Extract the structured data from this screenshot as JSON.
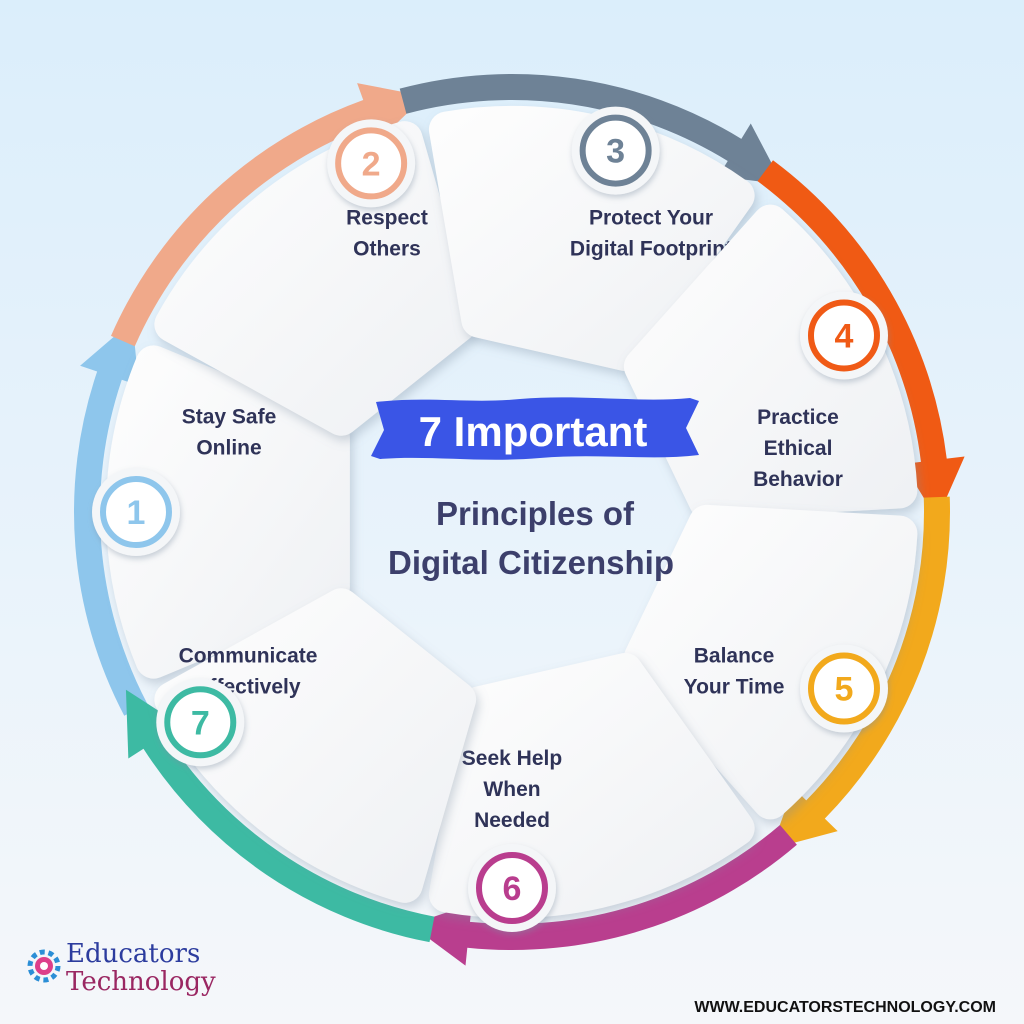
{
  "title": {
    "banner": "7 Important",
    "subtitle_line1": "Principles of",
    "subtitle_line2": "Digital Citizenship"
  },
  "principles": [
    {
      "number": "1",
      "lines": [
        "Stay Safe",
        "Online"
      ],
      "color": "#8ec6ec"
    },
    {
      "number": "2",
      "lines": [
        "Respect",
        "Others"
      ],
      "color": "#f0a98a"
    },
    {
      "number": "3",
      "lines": [
        "Protect Your",
        "Digital Footprint"
      ],
      "color": "#6e8296"
    },
    {
      "number": "4",
      "lines": [
        "Practice",
        "Ethical",
        "Behavior"
      ],
      "color": "#f05a14"
    },
    {
      "number": "5",
      "lines": [
        "Balance",
        "Your Time"
      ],
      "color": "#f2a91c"
    },
    {
      "number": "6",
      "lines": [
        "Seek Help",
        "When",
        "Needed"
      ],
      "color": "#b93e8e"
    },
    {
      "number": "7",
      "lines": [
        "Communicate",
        "Effectively"
      ],
      "color": "#3dbaa3"
    }
  ],
  "banner_color": "#3a55e6",
  "logo": {
    "line1": "Educators",
    "line2": "Technology",
    "color1": "#2c3c9e",
    "color2": "#9a2762"
  },
  "footer": {
    "url": "WWW.EDUCATORSTECHNOLOGY.COM"
  }
}
